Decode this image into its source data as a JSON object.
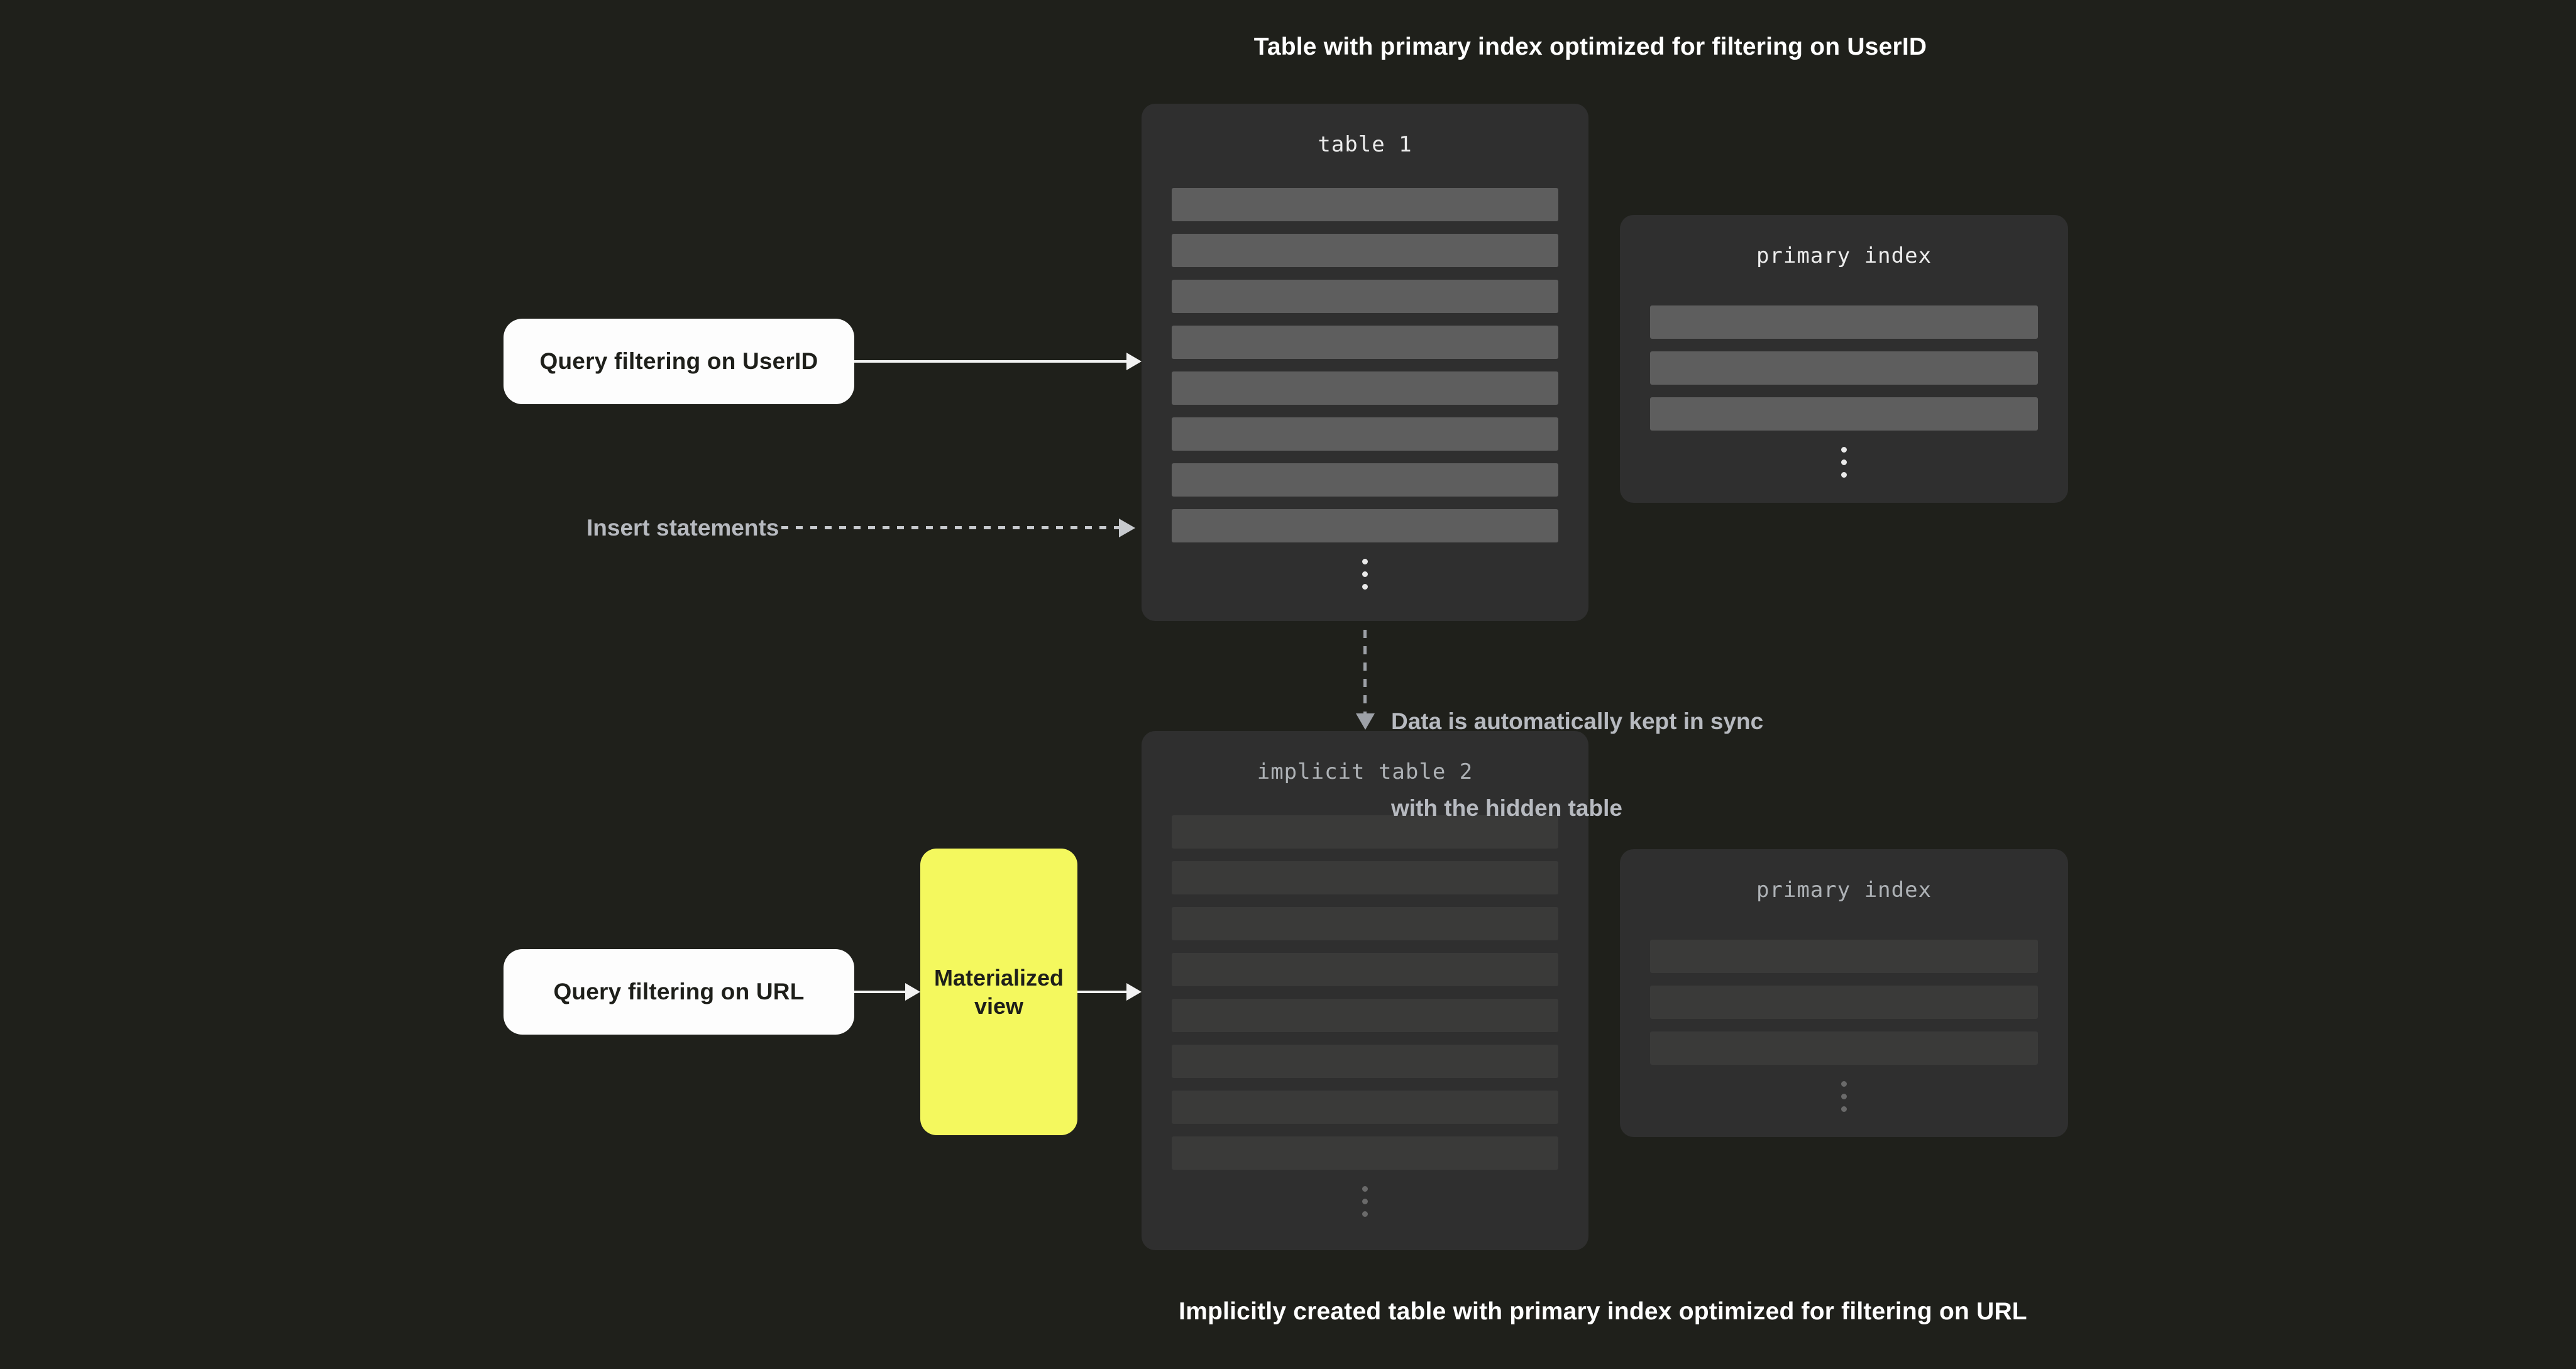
{
  "colors": {
    "background": "#1f201b",
    "box_background": "#2f2f2f",
    "bright_row": "#5e5e5e",
    "dim_row": "#3a3a39",
    "accent_yellow": "#f4f85e",
    "button_background": "#fdfdfd",
    "arrow_white": "#f2f2f2",
    "label_gray": "#b7bac0"
  },
  "captions": {
    "top": "Table with primary index optimized for filtering on UserID",
    "bottom": "Implicitly created table with primary index optimized for filtering on URL"
  },
  "boxes": {
    "table1": {
      "title": "table 1",
      "rows": 8
    },
    "primary_index_top": {
      "title": "primary index",
      "rows": 3
    },
    "implicit_table2": {
      "title": "implicit table 2",
      "rows": 8
    },
    "primary_index_bottom": {
      "title": "primary index",
      "rows": 3
    }
  },
  "buttons": {
    "query_userid": "Query filtering on UserID",
    "query_url": "Query filtering on URL"
  },
  "materialized_view": {
    "label": "Materialized view"
  },
  "labels": {
    "insert": "Insert statements",
    "sync_line1": "Data is automatically kept in sync",
    "sync_line2": "with the hidden table"
  }
}
